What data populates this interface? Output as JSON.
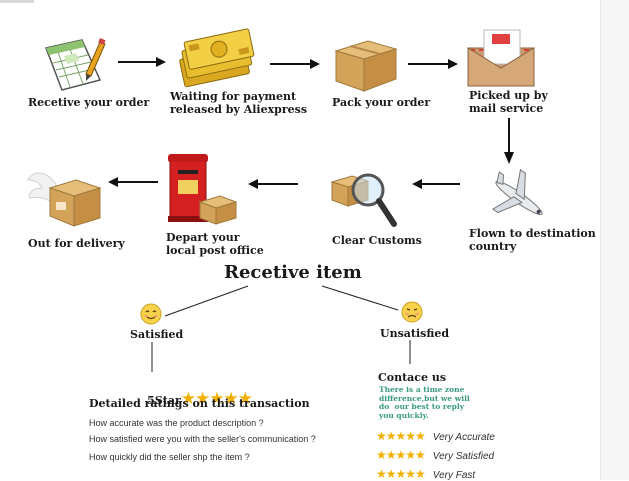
{
  "steps": [
    {
      "label": "Recetive your order",
      "icon": "spreadsheet-pencil-icon"
    },
    {
      "label": "Waiting for payment\nreleased by Aliexpress",
      "icon": "money-stack-icon"
    },
    {
      "label": "Pack your order",
      "icon": "cardboard-box-icon"
    },
    {
      "label": "Picked up by\nmail service",
      "icon": "envelope-icon"
    },
    {
      "label": "Flown to destination\ncountry",
      "icon": "airplane-icon"
    },
    {
      "label": "Clear Customs",
      "icon": "magnifier-box-icon"
    },
    {
      "label": "Depart your\nlocal post office",
      "icon": "post-box-icon"
    },
    {
      "label": "Out for delivery",
      "icon": "winged-box-icon"
    }
  ],
  "title": "Recetive item",
  "satisfied": {
    "label": "Satisfied",
    "star_label": "5Star",
    "stars": "★★★★★",
    "ratings_heading": "Detailed ratings on this transaction",
    "questions": [
      "How accurate was the product description ?",
      "How satisfied were you with the seller's communication ?",
      "How quickly did the seller shp the item ?"
    ]
  },
  "unsatisfied": {
    "label": "Unsatisfied",
    "contact": "Contace us",
    "note": "There is a time zone\ndifference,but we will\ndo  our best to reply\nyou quickly.",
    "ratings": [
      {
        "stars": "★★★★★",
        "text": "Very Accurate"
      },
      {
        "stars": "★★★★★",
        "text": "Very Satisfied"
      },
      {
        "stars": "★★★★★",
        "text": "Very Fast"
      }
    ]
  },
  "colors": {
    "star": "#f2b100",
    "note": "#3a9a82",
    "arrow": "#111111"
  }
}
